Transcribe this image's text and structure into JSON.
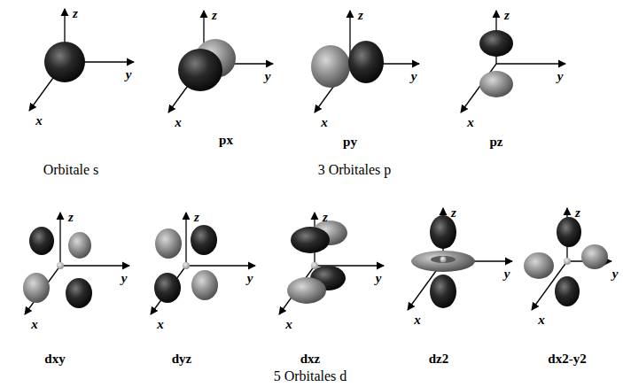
{
  "diagram": {
    "labels": [
      "z",
      "y",
      "x",
      "z",
      "y",
      "x",
      "px",
      "z",
      "y",
      "x",
      "py",
      "z",
      "y",
      "x",
      "pz",
      "Orbitale s",
      "3 Orbitales p",
      "z",
      "y",
      "x",
      "dxy",
      "z",
      "y",
      "x",
      "dyz",
      "z",
      "y",
      "x",
      "dxz",
      "z",
      "y",
      "x",
      "dz2",
      "z",
      "y",
      "x",
      "dx2-y2",
      "5 Orbitales d"
    ]
  }
}
